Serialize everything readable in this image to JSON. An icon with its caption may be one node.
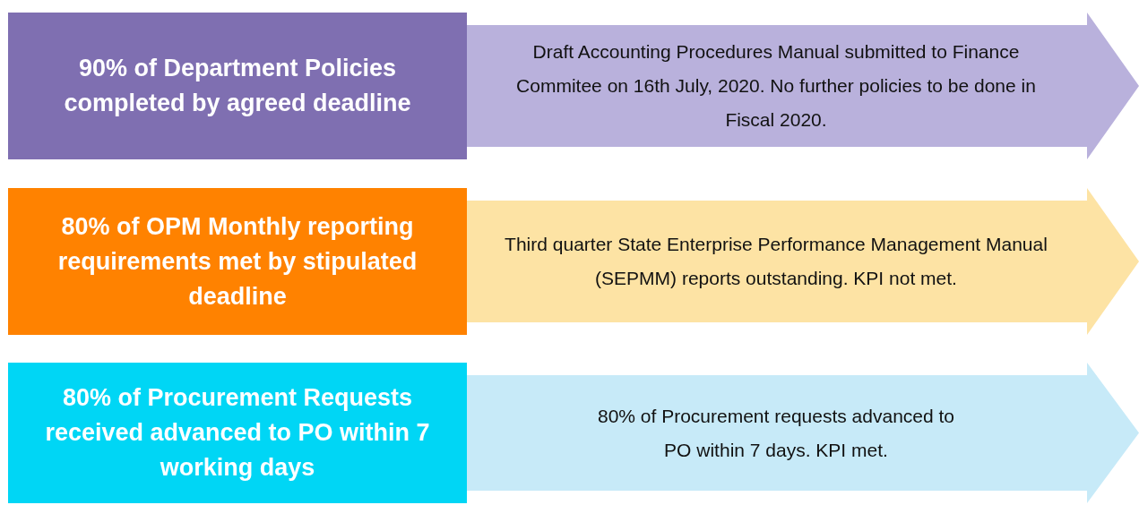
{
  "diagram": {
    "nodes": [
      {
        "text": [
          "90% of Department Policies completed by agreed deadline"
        ]
      },
      {
        "text": [
          "Draft Accounting Procedures Manual submitted to Finance Commitee on 16th July, 2020. No further policies to be done in Fiscal 2020."
        ]
      },
      {
        "text": [
          "80% of OPM Monthly reporting requirements met by stipulated deadline"
        ]
      },
      {
        "text": [
          "Third quarter State Enterprise Performance Management Manual (SEPMM) reports outstanding. KPI not met."
        ]
      },
      {
        "text": [
          "80% of Procurement Requests received advanced to PO within 7 working days"
        ]
      },
      {
        "text": [
          "80% of Procurement requests advanced to PO within 7 days. KPI met."
        ]
      }
    ]
  }
}
